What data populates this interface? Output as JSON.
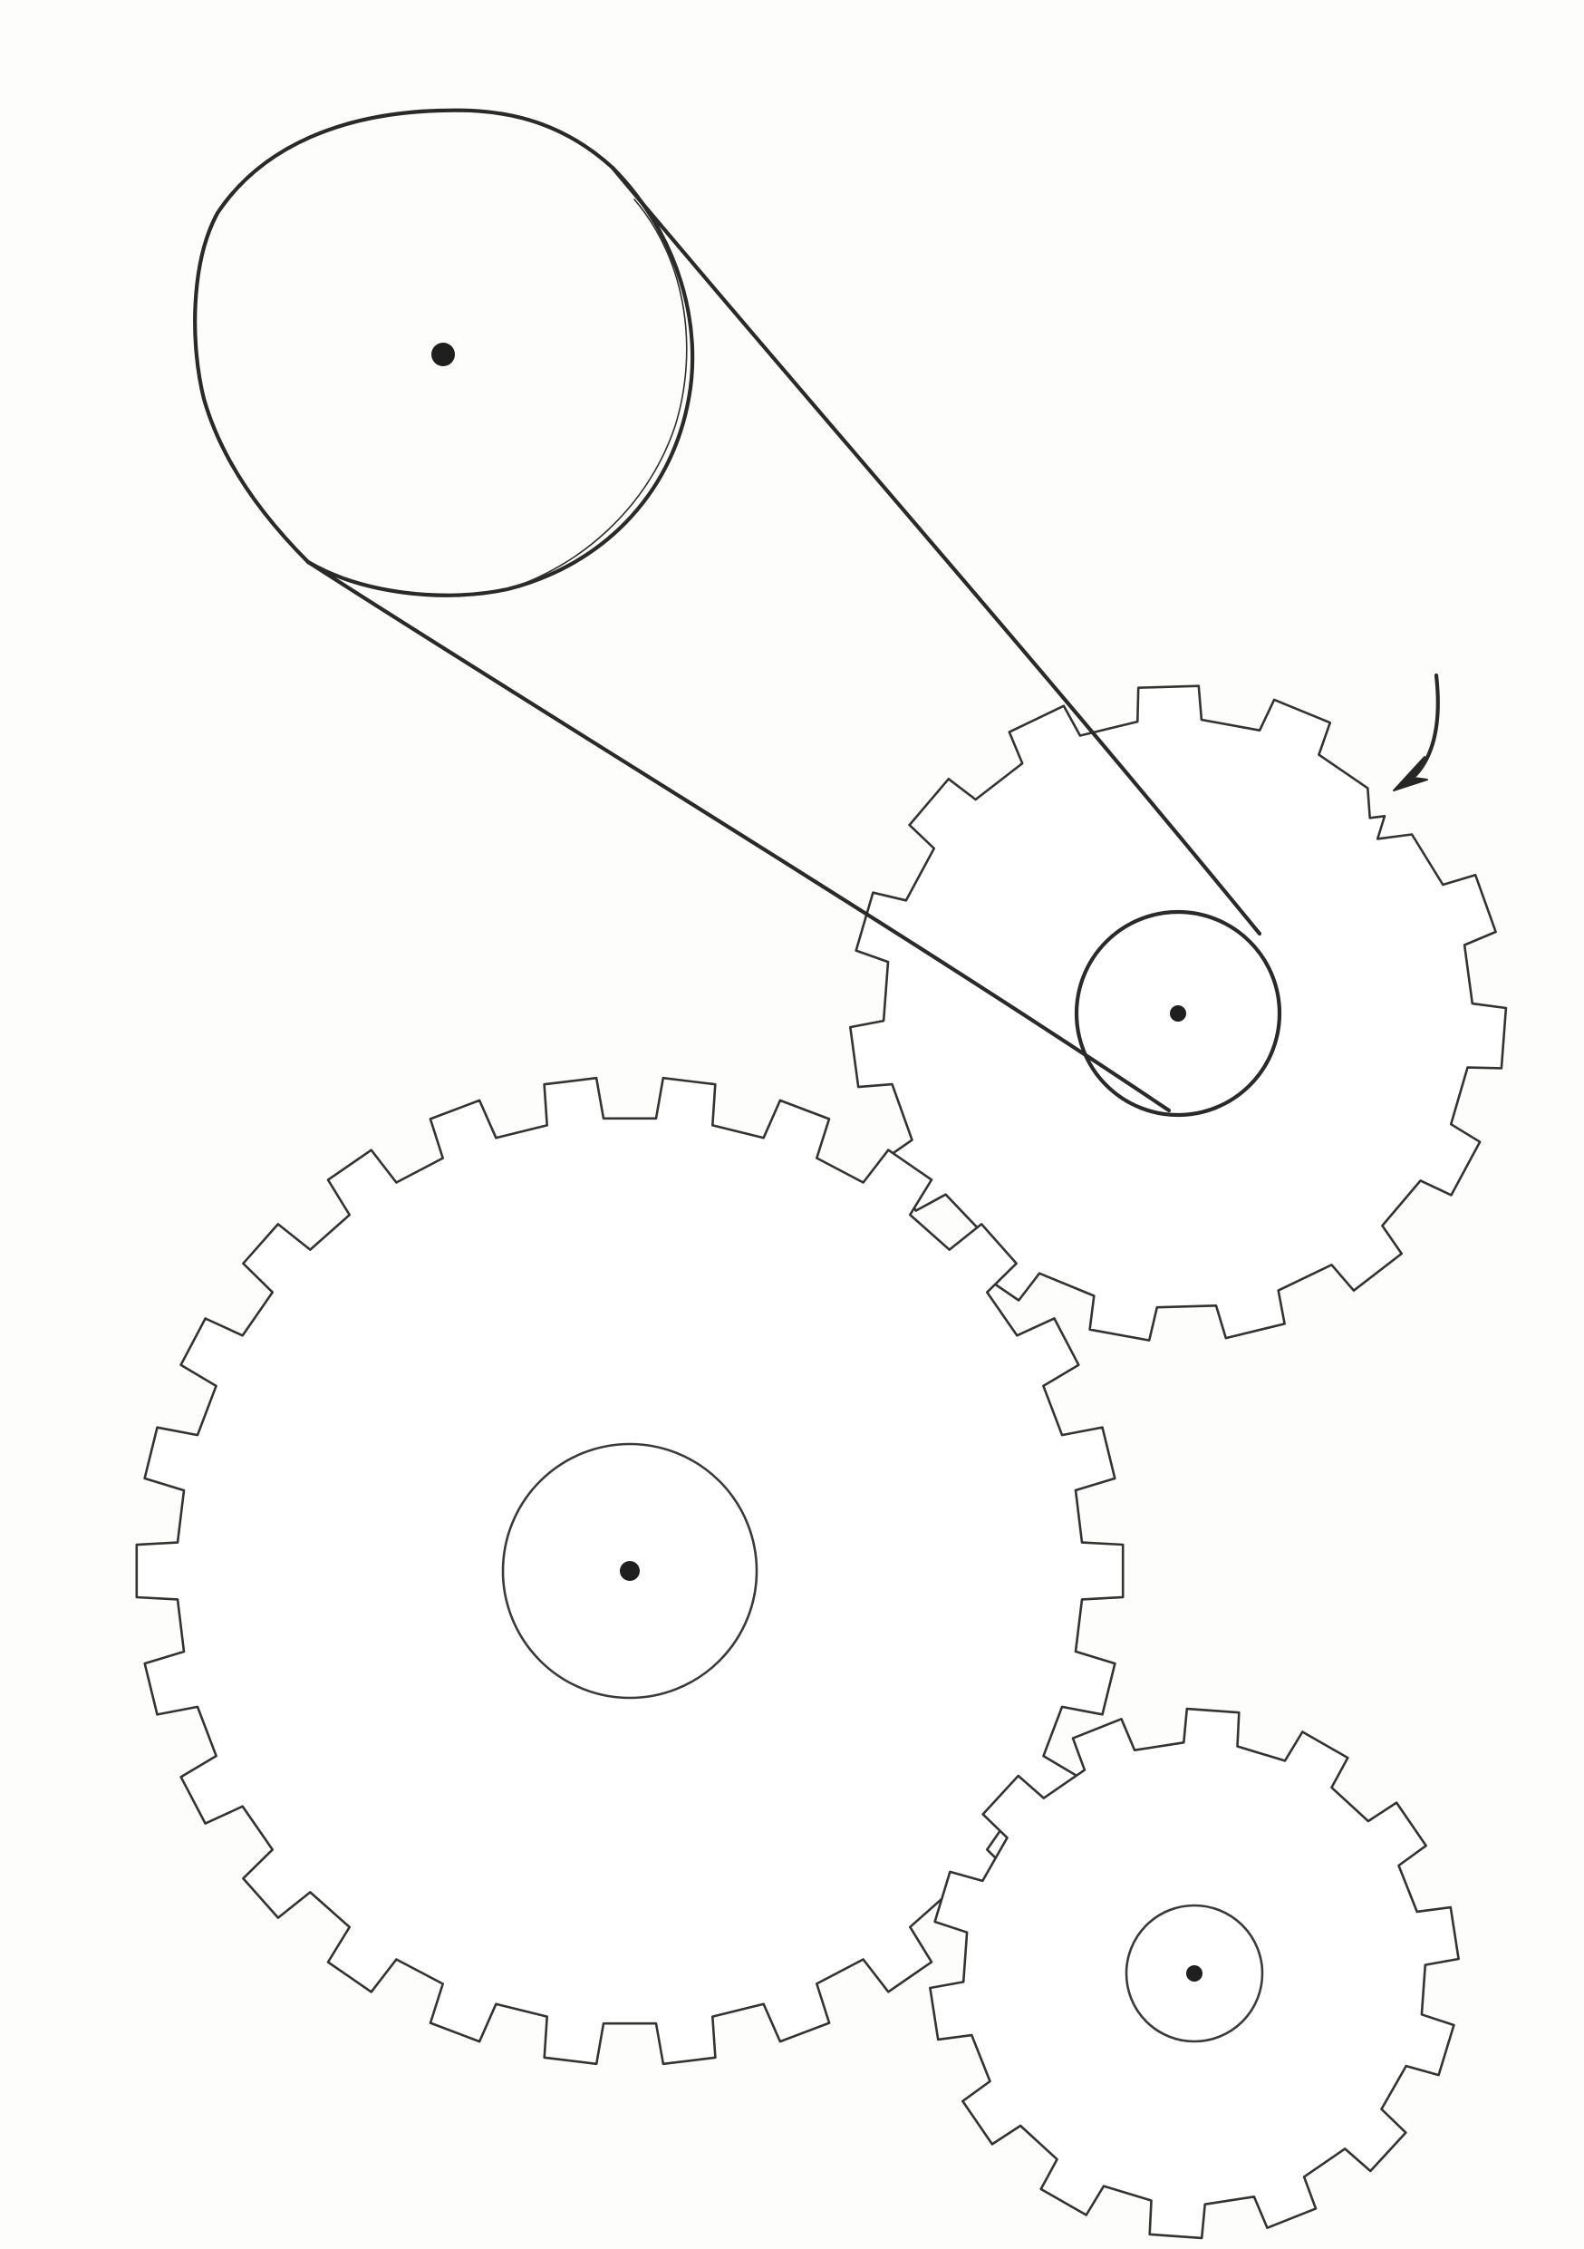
{
  "diagram": {
    "kind": "gear-and-belt-drive-sketch",
    "colors": {
      "paper": "#fdfdfc",
      "ink": "#2f2f2f",
      "pivot": "#1f1f1f"
    },
    "parts": {
      "large_pulley": {
        "type": "pulley"
      },
      "small_pulley": {
        "type": "pulley"
      },
      "belt": {
        "type": "belt",
        "connects": [
          "large_pulley",
          "small_pulley"
        ]
      },
      "upper_right_gear": {
        "type": "gear",
        "teeth": 15,
        "broken_teeth": 1,
        "hub": "small_pulley"
      },
      "large_gear": {
        "type": "gear",
        "teeth": 26,
        "hub": "inner-circle"
      },
      "small_gear": {
        "type": "gear",
        "teeth": 14,
        "hub": "inner-circle"
      },
      "rotation_arrow": {
        "type": "arrow",
        "direction": "clockwise"
      }
    },
    "icons": {
      "pivot": "pivot-dot-icon",
      "arrow": "curved-arrow-icon"
    }
  }
}
